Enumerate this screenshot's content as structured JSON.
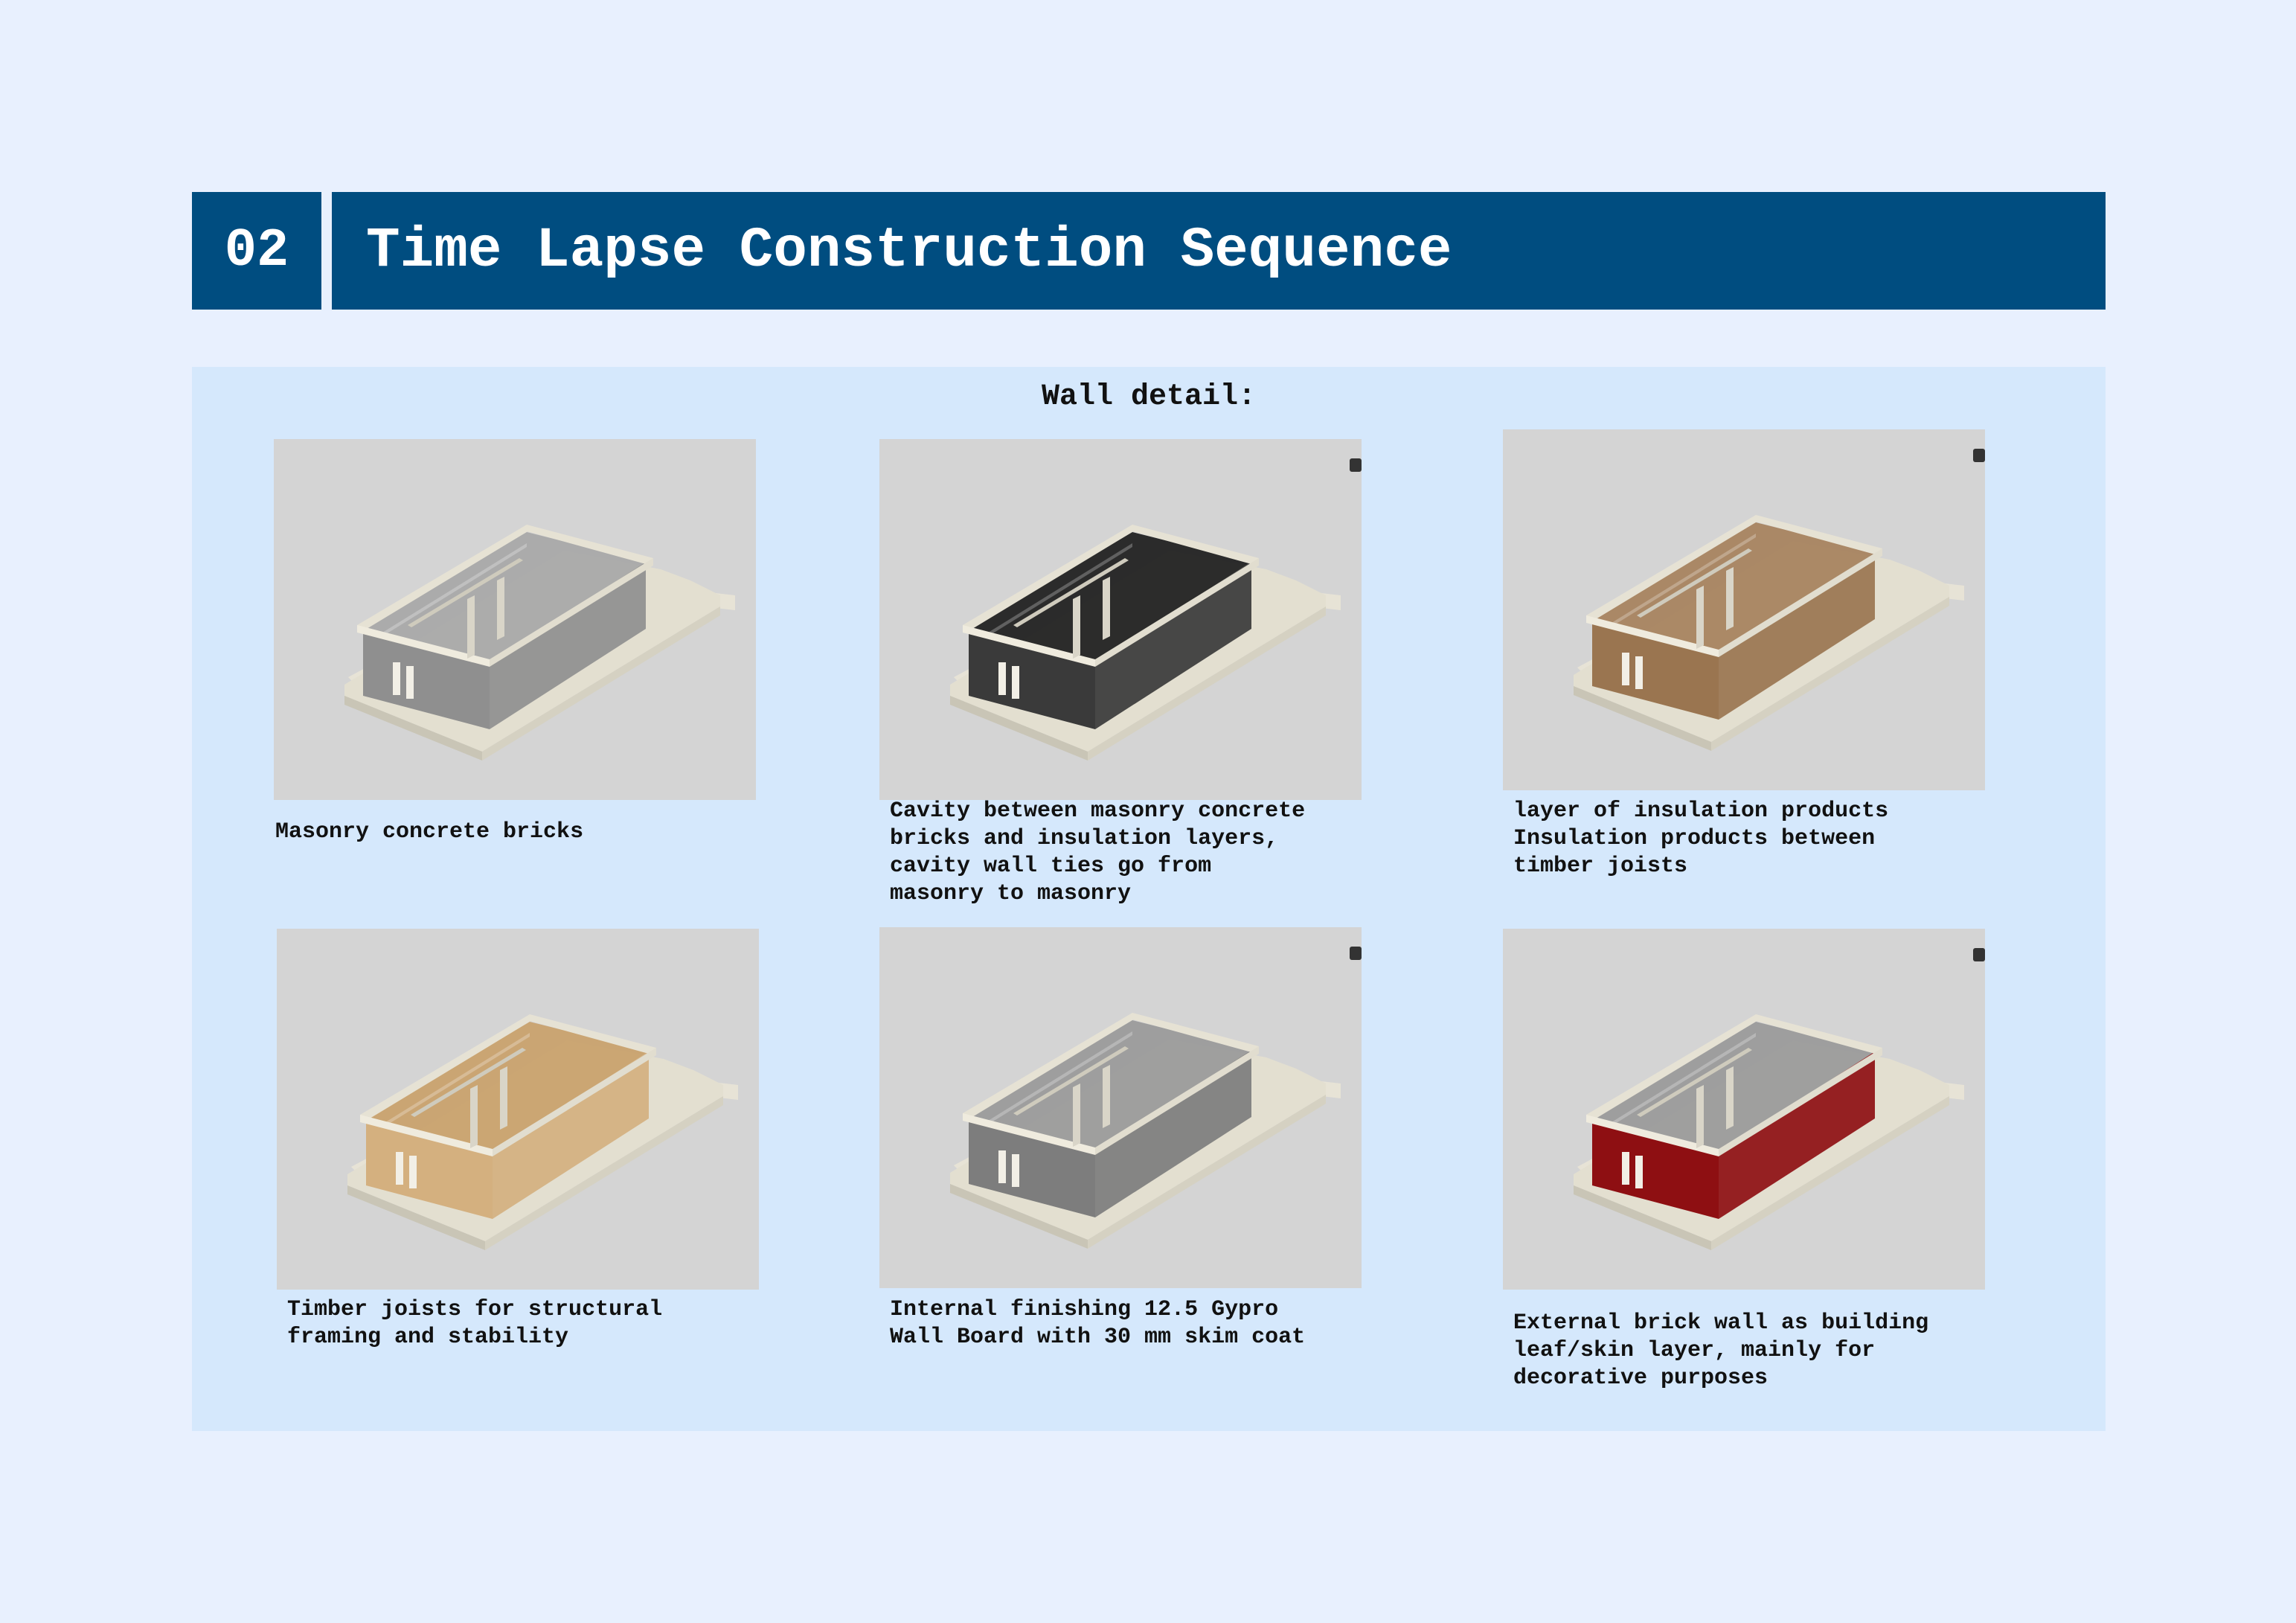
{
  "header": {
    "number": "02",
    "title": "Time Lapse Construction Sequence"
  },
  "panel": {
    "title": "Wall detail:"
  },
  "steps": [
    {
      "caption": "Masonry concrete bricks",
      "wall_color": "#8f8f8f",
      "interior_color": "#a9a9a9"
    },
    {
      "caption": "Cavity between masonry concrete\nbricks and insulation layers,\ncavity wall ties go from\nmasonry to masonry",
      "wall_color": "#3a3a3a",
      "interior_color": "#222222"
    },
    {
      "caption": "layer of insulation products\nInsulation products between\ntimber joists",
      "wall_color": "#9a7550",
      "interior_color": "#a88460"
    },
    {
      "caption": "Timber joists for structural\nframing and stability",
      "wall_color": "#d4b07f",
      "interior_color": "#c9a26e"
    },
    {
      "caption": "Internal finishing 12.5 Gypro\nWall Board with 30 mm skim coat",
      "wall_color": "#7d7d7d",
      "interior_color": "#9b9b9b"
    },
    {
      "caption": "External brick wall as building\nleaf/skin layer, mainly for\ndecorative purposes",
      "wall_color": "#8e0f12",
      "interior_color": "#9b9b9b"
    }
  ]
}
